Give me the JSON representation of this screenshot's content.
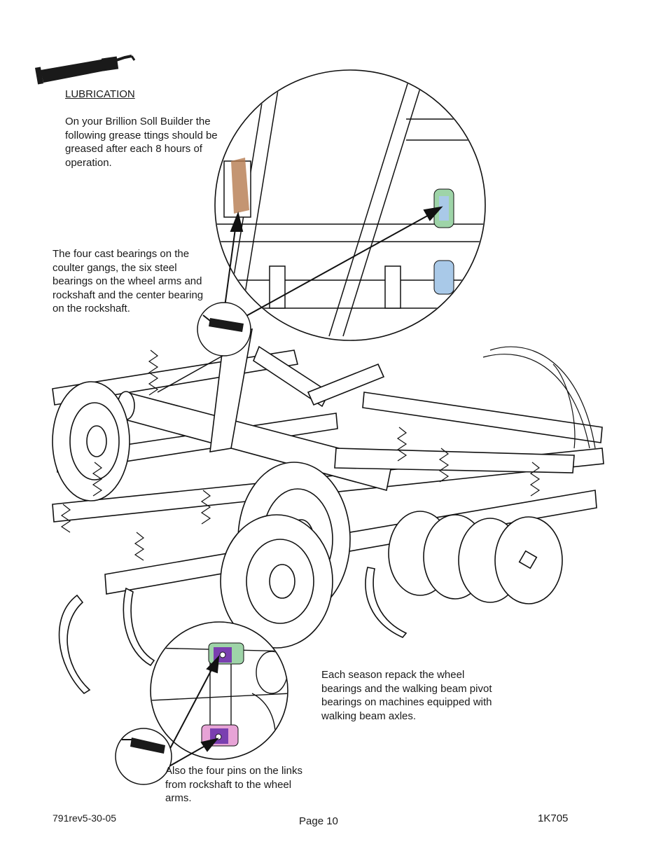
{
  "heading": "LUBRICATION",
  "paragraphs": {
    "intro": "On your Brillion Soll Builder the following grease   ttings should be greased after each 8 hours of operation.",
    "bearings": "The four cast bearings on the coulter gangs, the six steel bearings on the wheel arms and rockshaft and the center bearing on the rockshaft.",
    "season": "Each season repack the wheel bearings and the walking beam pivot bearings on machines equipped with walking beam axles.",
    "pins": "Also the four pins on the links from rockshaft to the wheel arms."
  },
  "footer": {
    "doc_revision": "791rev5-30-05",
    "page": "Page  10",
    "part_number": "1K705"
  },
  "illustration": {
    "main": "soil-builder-machine-drawing",
    "detail_top": "bearing-detail-circle",
    "detail_bottom": "link-pins-detail-circle",
    "icons": [
      "grease-gun-icon"
    ],
    "colors": {
      "bearing_green": "#9ed4a8",
      "bearing_blue": "#a9c9e8",
      "bearing_brown": "#b57b4f",
      "pin_purple": "#7a3fb0",
      "pin_pink": "#e7a3d6",
      "line": "#111111"
    }
  }
}
